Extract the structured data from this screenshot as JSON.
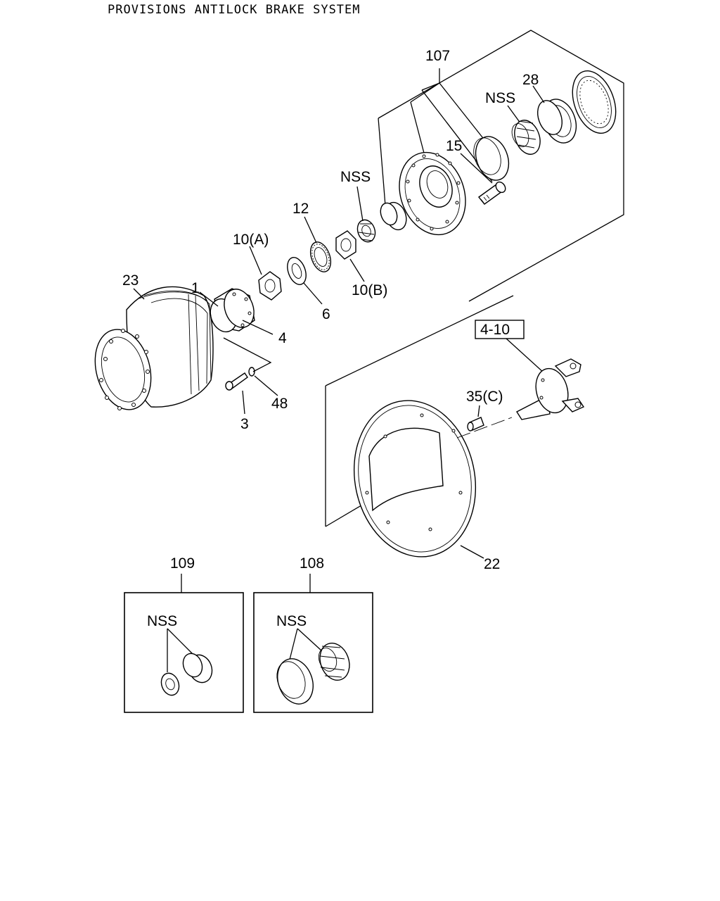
{
  "title": "PROVISIONS ANTILOCK BRAKE SYSTEM",
  "callouts": {
    "c107": "107",
    "c28": "28",
    "c_nss_top": "NSS",
    "c15": "15",
    "c_nss_mid": "NSS",
    "c12": "12",
    "c10a": "10(A)",
    "c23": "23",
    "c1": "1",
    "c10b": "10(B)",
    "c6": "6",
    "c4": "4",
    "c4_10": "4-10",
    "c35c": "35(C)",
    "c48": "48",
    "c3": "3",
    "c22": "22",
    "c109": "109",
    "c108": "108",
    "c_nss_109": "NSS",
    "c_nss_108": "NSS"
  }
}
